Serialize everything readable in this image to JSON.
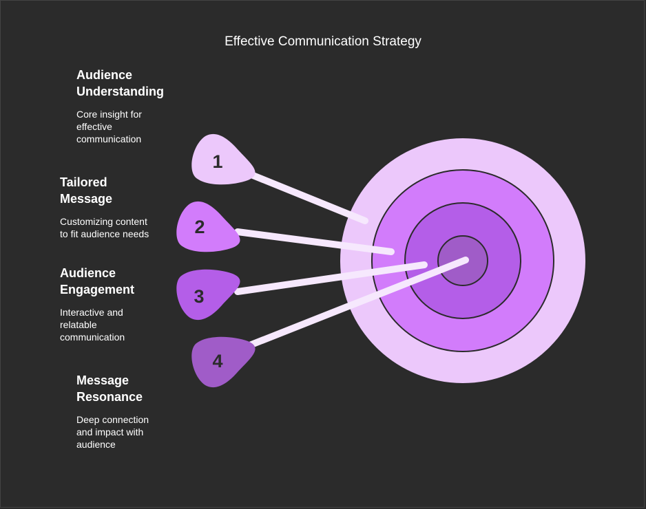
{
  "title": "Effective Communication Strategy",
  "items": [
    {
      "number": "1",
      "heading_line1": "Audience",
      "heading_line2": "Understanding",
      "desc_lines": [
        "Core insight for",
        "effective",
        "communication"
      ],
      "color": "#ecc8fb"
    },
    {
      "number": "2",
      "heading_line1": "Tailored",
      "heading_line2": "Message",
      "desc_lines": [
        "Customizing content",
        "to fit audience needs"
      ],
      "color": "#d27cfb"
    },
    {
      "number": "3",
      "heading_line1": "Audience",
      "heading_line2": "Engagement",
      "desc_lines": [
        "Interactive and",
        "relatable",
        "communication"
      ],
      "color": "#b45ee8"
    },
    {
      "number": "4",
      "heading_line1": "Message",
      "heading_line2": "Resonance",
      "desc_lines": [
        "Deep connection",
        "and impact with",
        "audience"
      ],
      "color": "#a05cc8"
    }
  ],
  "target": {
    "ring_colors": [
      "#ecc8fb",
      "#d27cfb",
      "#b45ee8",
      "#a05cc8"
    ],
    "stroke_color": "#2b2b2b",
    "arrow_color": "#f6e8fd"
  }
}
